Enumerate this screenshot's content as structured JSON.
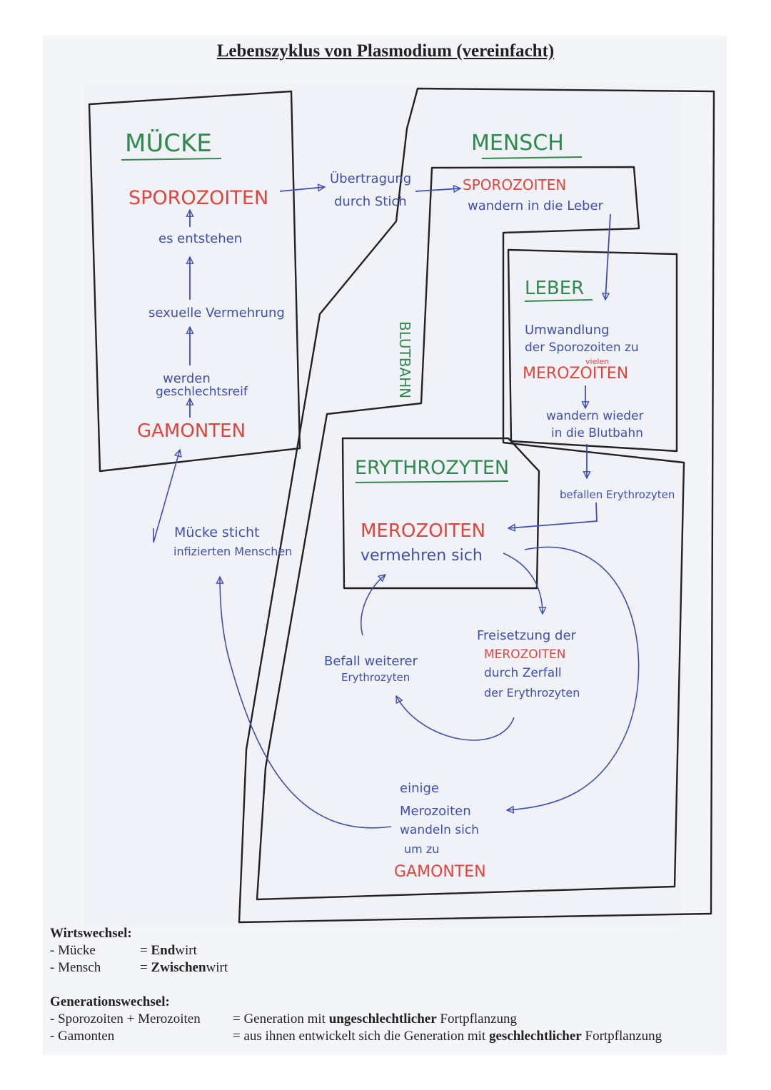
{
  "title": "Lebenszyklus von Plasmodium (vereinfacht)",
  "colors": {
    "green": "#2f8a4e",
    "red": "#e0453c",
    "blue": "#3d4fb0",
    "line": "#222222"
  },
  "diagram": {
    "muecke": {
      "heading": "MÜCKE",
      "sporozoiten": "SPOROZOITEN",
      "step1": "es entstehen",
      "step2": "sexuelle Vermehrung",
      "step3a": "werden",
      "step3b": "geschlechtsreif",
      "gamonten": "GAMONTEN"
    },
    "transfer": {
      "line1": "Übertragung",
      "line2": "durch Stich"
    },
    "mensch": {
      "heading": "MENSCH",
      "sporozoiten": "SPOROZOITEN",
      "wandern": "wandern in die Leber",
      "blutbahn": "BLUTBAHN"
    },
    "leber": {
      "heading": "LEBER",
      "line1": "Umwandlung",
      "line2": "der Sporozoiten zu",
      "viele": "vielen",
      "merozoiten": "MEROZOITEN",
      "line3": "wandern wieder",
      "line4": "in die Blutbahn",
      "befallen": "befallen Erythrozyten"
    },
    "erythrozyten": {
      "heading": "ERYTHROZYTEN",
      "merozoiten": "MEROZOITEN",
      "vermehren": "vermehren sich"
    },
    "cycle": {
      "befall1": "Befall weiterer",
      "befall2": "Erythrozyten",
      "frei1": "Freisetzung der",
      "frei2": "MEROZOITEN",
      "frei3": "durch Zerfall",
      "frei4": "der Erythrozyten"
    },
    "stich": {
      "line1": "Mücke sticht",
      "line2": "infizierten Menschen"
    },
    "gamo": {
      "line1": "einige",
      "line2": "Merozoiten",
      "line3": "wandeln sich",
      "line4": "um zu",
      "gamonten": "GAMONTEN"
    }
  },
  "legend": {
    "wirt_head": "Wirtswechsel:",
    "muecke_label": "- Mücke",
    "muecke_eq": "=",
    "muecke_bold": "End",
    "muecke_rest": "wirt",
    "mensch_label": "- Mensch",
    "mensch_eq": "=",
    "mensch_bold": "Zwischen",
    "mensch_rest": "wirt",
    "gen_head": "Generationswechsel:",
    "spor_label": "- Sporozoiten + Merozoiten",
    "spor_pre": "= Generation mit",
    "spor_bold": "ungeschlechtlicher",
    "spor_post": "Fortpflanzung",
    "gam_label": "- Gamonten",
    "gam_pre": "= aus ihnen entwickelt sich die Generation mit",
    "gam_bold": "geschlechtlicher",
    "gam_post": "Fortpflanzung"
  }
}
